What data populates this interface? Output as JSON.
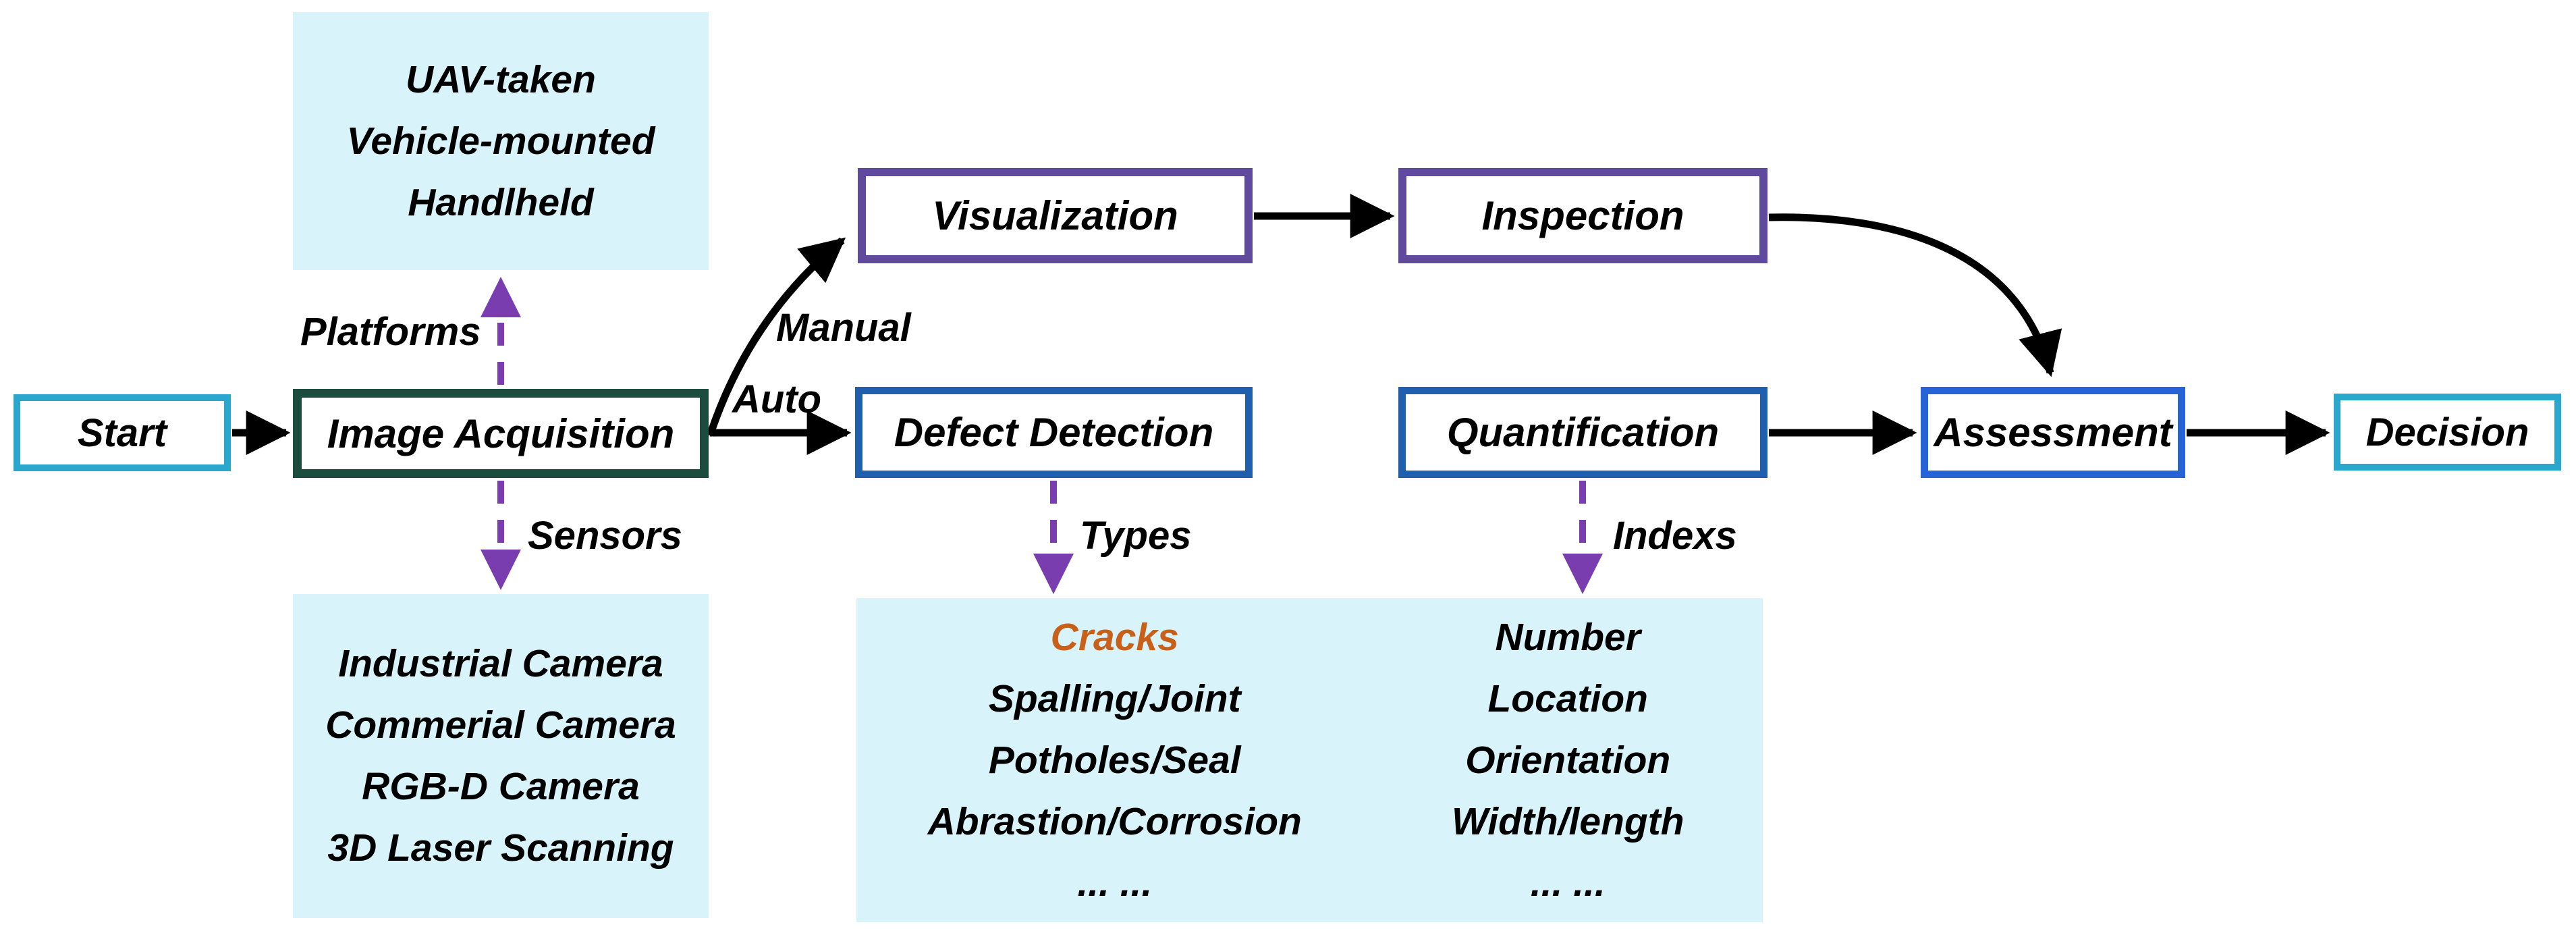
{
  "colors": {
    "terminal_border": "#2aa7cd",
    "acquisition_border": "#1c4c3e",
    "manual_border": "#5f4a9e",
    "auto_border": "#1f5fae",
    "assessment_border": "#2563d6",
    "panel_fill": "#d9f3fb",
    "dashed_arrow": "#7a3daf",
    "highlight_text": "#c96019",
    "flow_arrow": "#000000"
  },
  "nodes": {
    "start": "Start",
    "image_acquisition": "Image Acquisition",
    "visualization": "Visualization",
    "inspection": "Inspection",
    "defect_detection": "Defect Detection",
    "quantification": "Quantification",
    "assessment": "Assessment",
    "decision": "Decision"
  },
  "edge_labels": {
    "manual": "Manual",
    "auto": "Auto"
  },
  "annotations": {
    "platforms": "Platforms",
    "sensors": "Sensors",
    "types": "Types",
    "indexes": "Indexs"
  },
  "platforms_list": [
    "UAV-taken",
    "Vehicle-mounted",
    "Handlheld"
  ],
  "sensors_list": [
    "Industrial Camera",
    "Commerial Camera",
    "RGB-D Camera",
    "3D Laser Scanning"
  ],
  "defect_types_list": [
    "Cracks",
    "Spalling/Joint",
    "Potholes/Seal",
    "Abrastion/Corrosion",
    "... ..."
  ],
  "quant_indexes_list": [
    "Number",
    "Location",
    "Orientation",
    "Width/length",
    "... ..."
  ]
}
